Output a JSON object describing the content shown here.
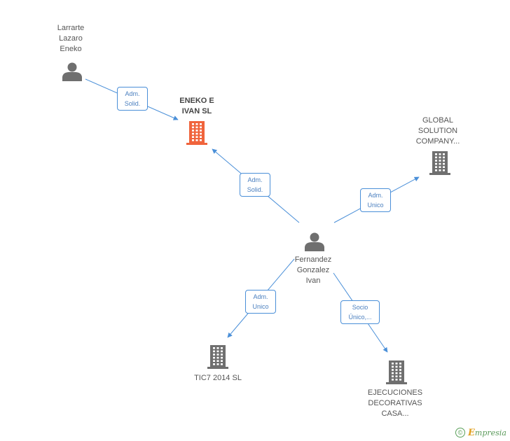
{
  "colors": {
    "edge": "#4a8fd8",
    "person_icon": "#6f6f6f",
    "company_icon": "#6f6f6f",
    "focus_company_icon": "#f0643c",
    "label_text": "#555555"
  },
  "nodes": [
    {
      "id": "larrarte",
      "type": "person",
      "label": "Larrarte\nLazaro\nEneko"
    },
    {
      "id": "eneko_ivan",
      "type": "company",
      "focus": true,
      "label": "ENEKO E\nIVAN SL"
    },
    {
      "id": "global",
      "type": "company",
      "label": "GLOBAL\nSOLUTION\nCOMPANY..."
    },
    {
      "id": "fernandez",
      "type": "person",
      "label": "Fernandez\nGonzalez\nIvan"
    },
    {
      "id": "tic7",
      "type": "company",
      "label": "TIC7 2014  SL"
    },
    {
      "id": "ejecuciones",
      "type": "company",
      "label": "EJECUCIONES\nDECORATIVAS\nCASA..."
    }
  ],
  "edges": [
    {
      "from": "larrarte",
      "to": "eneko_ivan",
      "label": "Adm.\nSolid."
    },
    {
      "from": "fernandez",
      "to": "eneko_ivan",
      "label": "Adm.\nSolid."
    },
    {
      "from": "fernandez",
      "to": "global",
      "label": "Adm.\nUnico"
    },
    {
      "from": "fernandez",
      "to": "tic7",
      "label": "Adm.\nUnico"
    },
    {
      "from": "fernandez",
      "to": "ejecuciones",
      "label": "Socio\nÚnico,..."
    }
  ],
  "footer": {
    "copyright_symbol": "©",
    "brand_initial": "E",
    "brand_rest": "mpresia"
  }
}
